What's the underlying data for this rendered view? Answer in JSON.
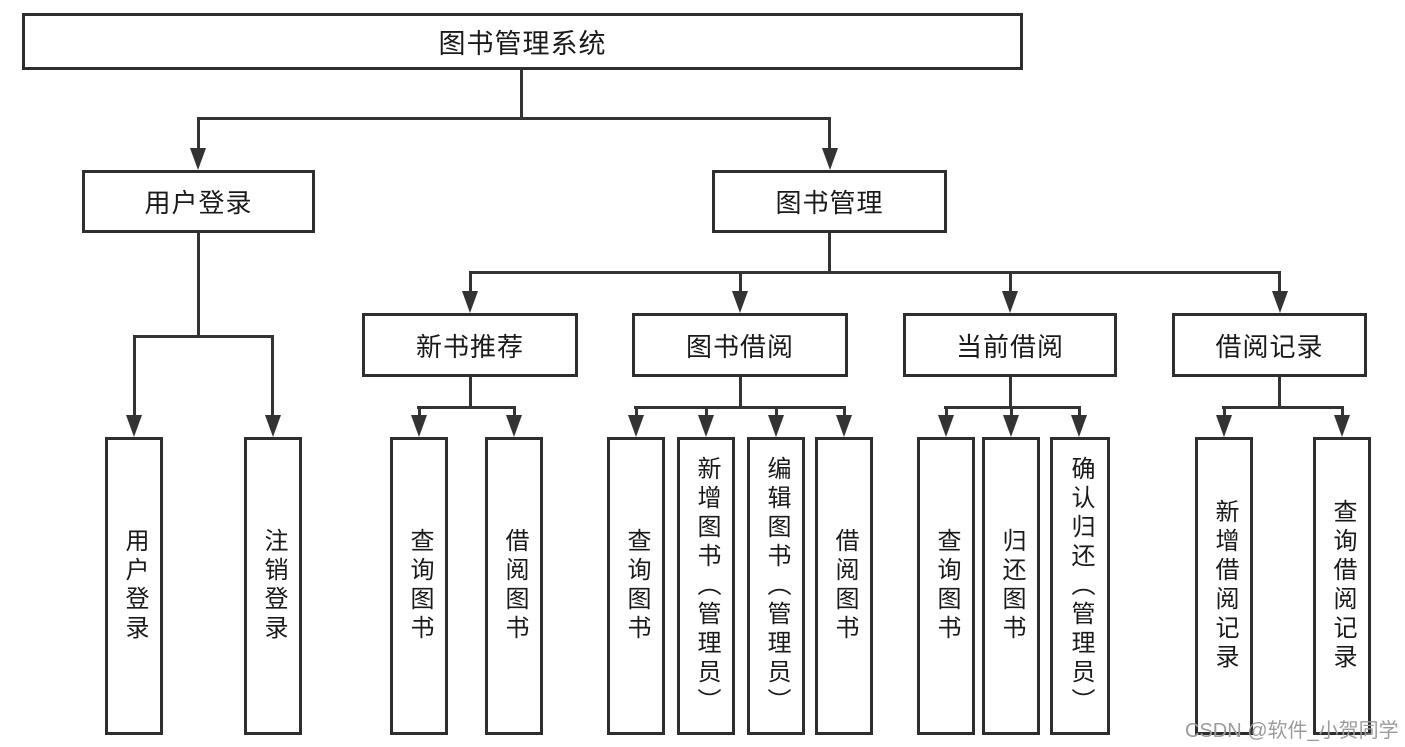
{
  "diagram": {
    "type": "hierarchy-tree",
    "nodes": {
      "root": "图书管理系统",
      "level2": [
        "用户登录",
        "图书管理"
      ],
      "level3": [
        "新书推荐",
        "图书借阅",
        "当前借阅",
        "借阅记录"
      ],
      "leaves": [
        "用户登录",
        "注销登录",
        "查询图书",
        "借阅图书",
        "查询图书",
        "新增图书（管理员）",
        "编辑图书（管理员）",
        "借阅图书",
        "查询图书",
        "归还图书",
        "确认归还（管理员）",
        "新增借阅记录",
        "查询借阅记录"
      ],
      "edges": [
        {
          "from": "图书管理系统",
          "to": [
            "用户登录",
            "图书管理"
          ]
        },
        {
          "from": "用户登录",
          "to": [
            "用户登录",
            "注销登录"
          ]
        },
        {
          "from": "图书管理",
          "to": [
            "新书推荐",
            "图书借阅",
            "当前借阅",
            "借阅记录"
          ]
        },
        {
          "from": "新书推荐",
          "to": [
            "查询图书",
            "借阅图书"
          ]
        },
        {
          "from": "图书借阅",
          "to": [
            "查询图书",
            "新增图书（管理员）",
            "编辑图书（管理员）",
            "借阅图书"
          ]
        },
        {
          "from": "当前借阅",
          "to": [
            "查询图书",
            "归还图书",
            "确认归还（管理员）"
          ]
        },
        {
          "from": "借阅记录",
          "to": [
            "新增借阅记录",
            "查询借阅记录"
          ]
        }
      ]
    },
    "colors": {
      "line": "#333333",
      "box_border": "#2e2e2e",
      "text": "#1a1a1a",
      "background": "#ffffff",
      "watermark": "#9c9c9c"
    }
  },
  "watermark": "CSDN @软件_小贺同学"
}
